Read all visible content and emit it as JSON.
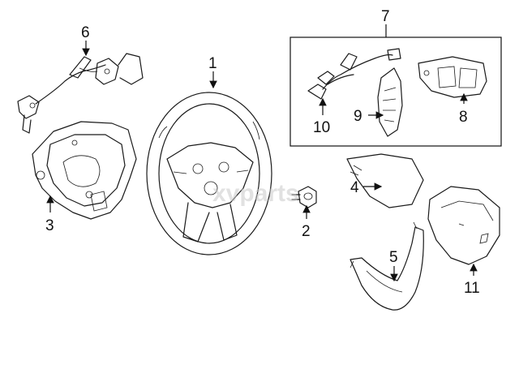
{
  "watermark": "xvparts",
  "callouts": {
    "c1": "1",
    "c2": "2",
    "c3": "3",
    "c4": "4",
    "c5": "5",
    "c6": "6",
    "c7": "7",
    "c8": "8",
    "c9": "9",
    "c10": "10",
    "c11": "11"
  },
  "colors": {
    "line": "#1a1a1a",
    "background": "#ffffff",
    "watermark": "#c9c9c9"
  }
}
